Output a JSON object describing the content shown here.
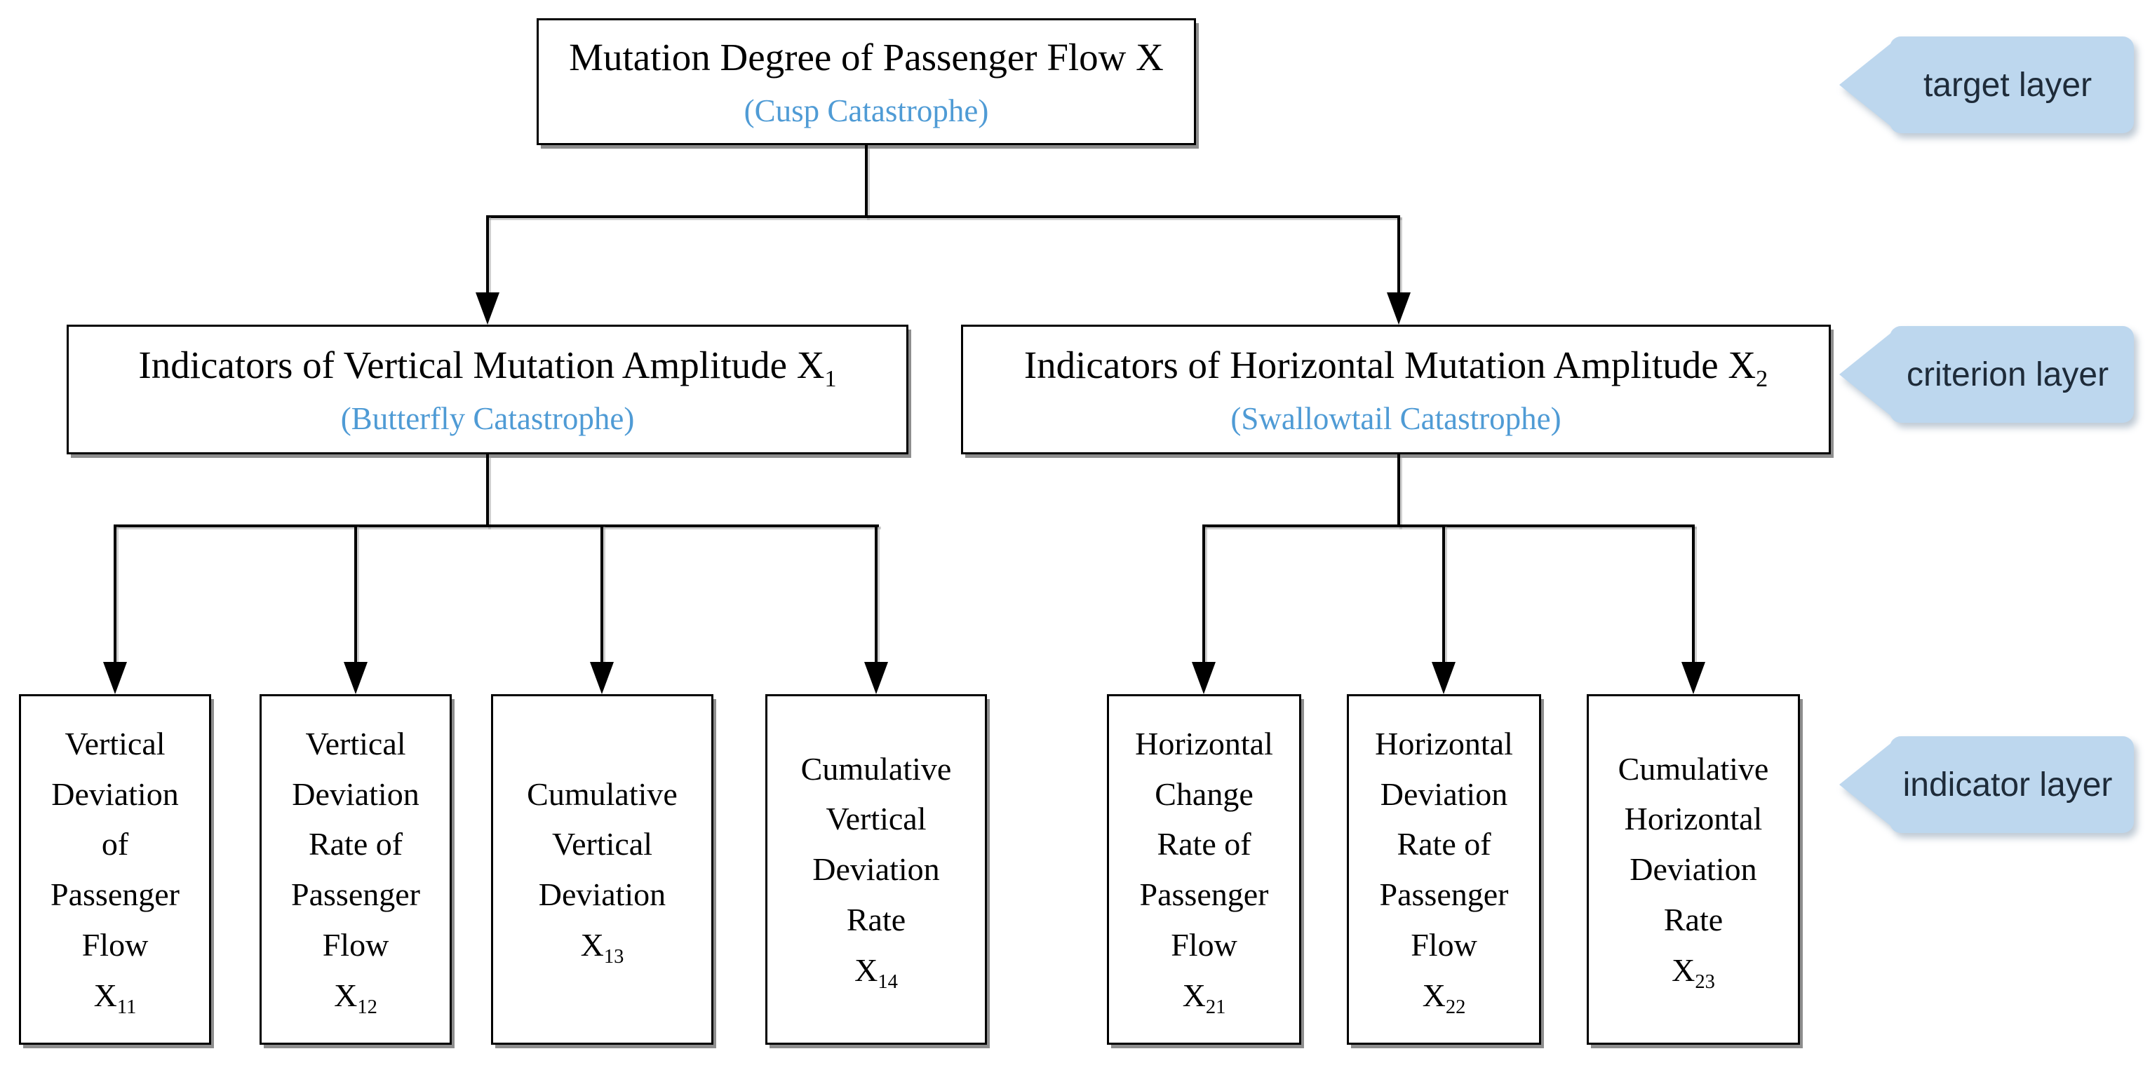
{
  "palette": {
    "accent_blue_text": "#4F9BD5",
    "tag_fill": "#BDD7EE",
    "tag_text": "#1E2B39",
    "line_color": "#000000",
    "box_border": "#000000",
    "box_shadow_gray": "#8E8E8E",
    "background": "#FFFFFF"
  },
  "target": {
    "title": "Mutation Degree of Passenger Flow X",
    "sub": "",
    "subtitle": "(Cusp Catastrophe)"
  },
  "criteria": [
    {
      "title": "Indicators of Vertical Mutation Amplitude X",
      "sub": "1",
      "subtitle": "(Butterfly Catastrophe)"
    },
    {
      "title": "Indicators of Horizontal Mutation Amplitude X",
      "sub": "2",
      "subtitle": "(Swallowtail Catastrophe)"
    }
  ],
  "indicators": [
    {
      "lines": "Vertical\nDeviation\nof\nPassenger\nFlow",
      "symbol": "X",
      "sub": "11"
    },
    {
      "lines": "Vertical\nDeviation\nRate of\nPassenger\nFlow",
      "symbol": "X",
      "sub": "12"
    },
    {
      "lines": "Cumulative\nVertical\nDeviation",
      "symbol": "X",
      "sub": "13"
    },
    {
      "lines": "Cumulative\nVertical\nDeviation\nRate",
      "symbol": "X",
      "sub": "14"
    },
    {
      "lines": "Horizontal\nChange\nRate of\nPassenger\nFlow",
      "symbol": "X",
      "sub": "21"
    },
    {
      "lines": "Horizontal\nDeviation\nRate of\nPassenger\nFlow",
      "symbol": "X",
      "sub": "22"
    },
    {
      "lines": "Cumulative\nHorizontal\nDeviation\nRate",
      "symbol": "X",
      "sub": "23"
    }
  ],
  "layer_tags": [
    {
      "label": "target layer"
    },
    {
      "label": "criterion layer"
    },
    {
      "label": "indicator layer"
    }
  ]
}
